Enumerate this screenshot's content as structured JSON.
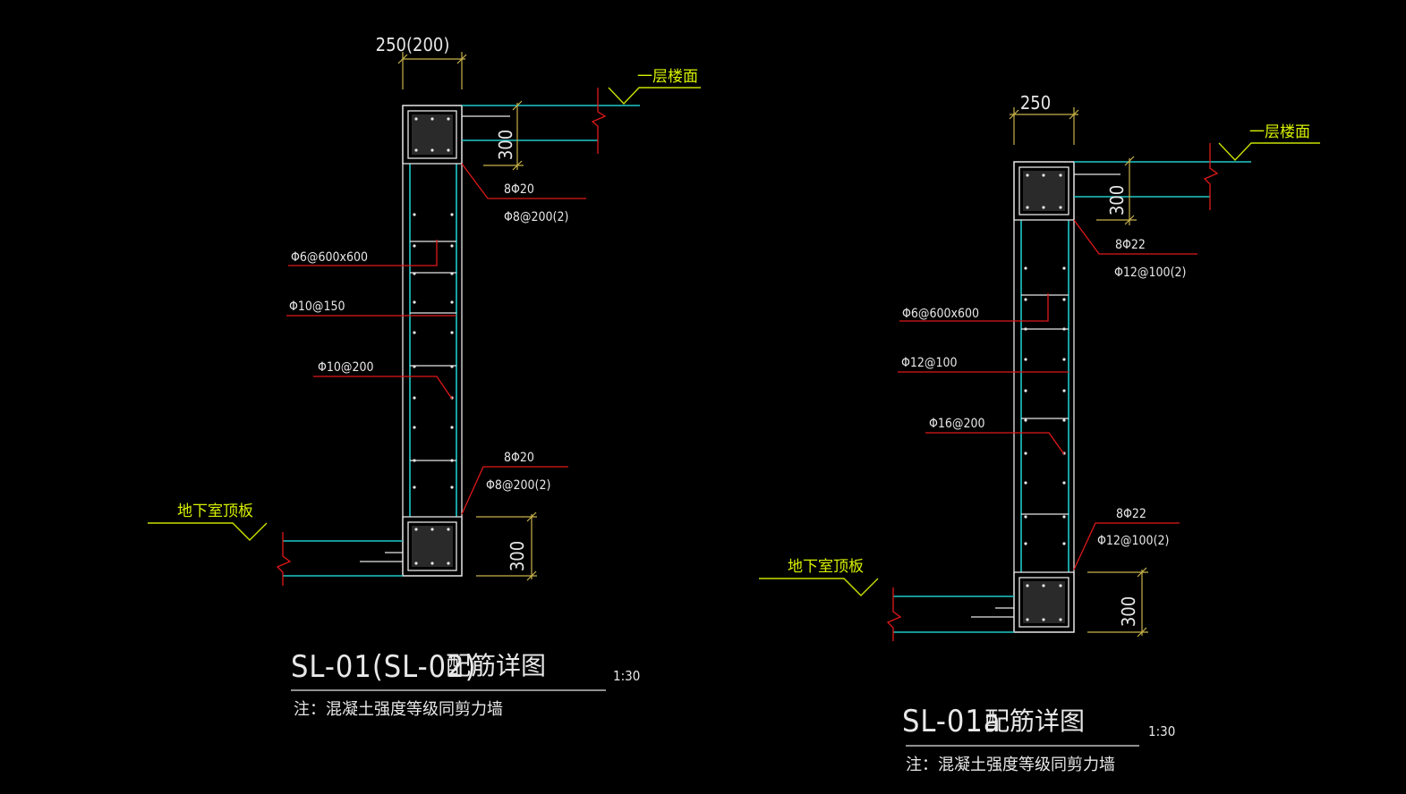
{
  "drawing_left": {
    "width_dim": "250(200)",
    "height_dim_top": "300",
    "height_dim_bottom": "300",
    "level_top": "一层楼面",
    "level_bottom": "地下室顶板",
    "callouts": {
      "top_bars": "8Φ20",
      "top_stirrup": "Φ8@200(2)",
      "tie": "Φ6@600x600",
      "horizontal": "Φ10@150",
      "vertical": "Φ10@200",
      "bottom_bars": "8Φ20",
      "bottom_stirrup": "Φ8@200(2)"
    },
    "title": "SL-01(SL-02)",
    "title_cn": "配筋详图",
    "scale": "1:30",
    "note": "注：混凝土强度等级同剪力墙"
  },
  "drawing_right": {
    "width_dim": "250",
    "height_dim_top": "300",
    "height_dim_bottom": "300",
    "level_top": "一层楼面",
    "level_bottom": "地下室顶板",
    "callouts": {
      "top_bars": "8Φ22",
      "top_stirrup": "Φ12@100(2)",
      "tie": "Φ6@600x600",
      "horizontal": "Φ12@100",
      "vertical": "Φ16@200",
      "bottom_bars": "8Φ22",
      "bottom_stirrup": "Φ12@100(2)"
    },
    "title": "SL-01a",
    "title_cn": "配筋详图",
    "scale": "1:30",
    "note": "注：混凝土强度等级同剪力墙"
  }
}
